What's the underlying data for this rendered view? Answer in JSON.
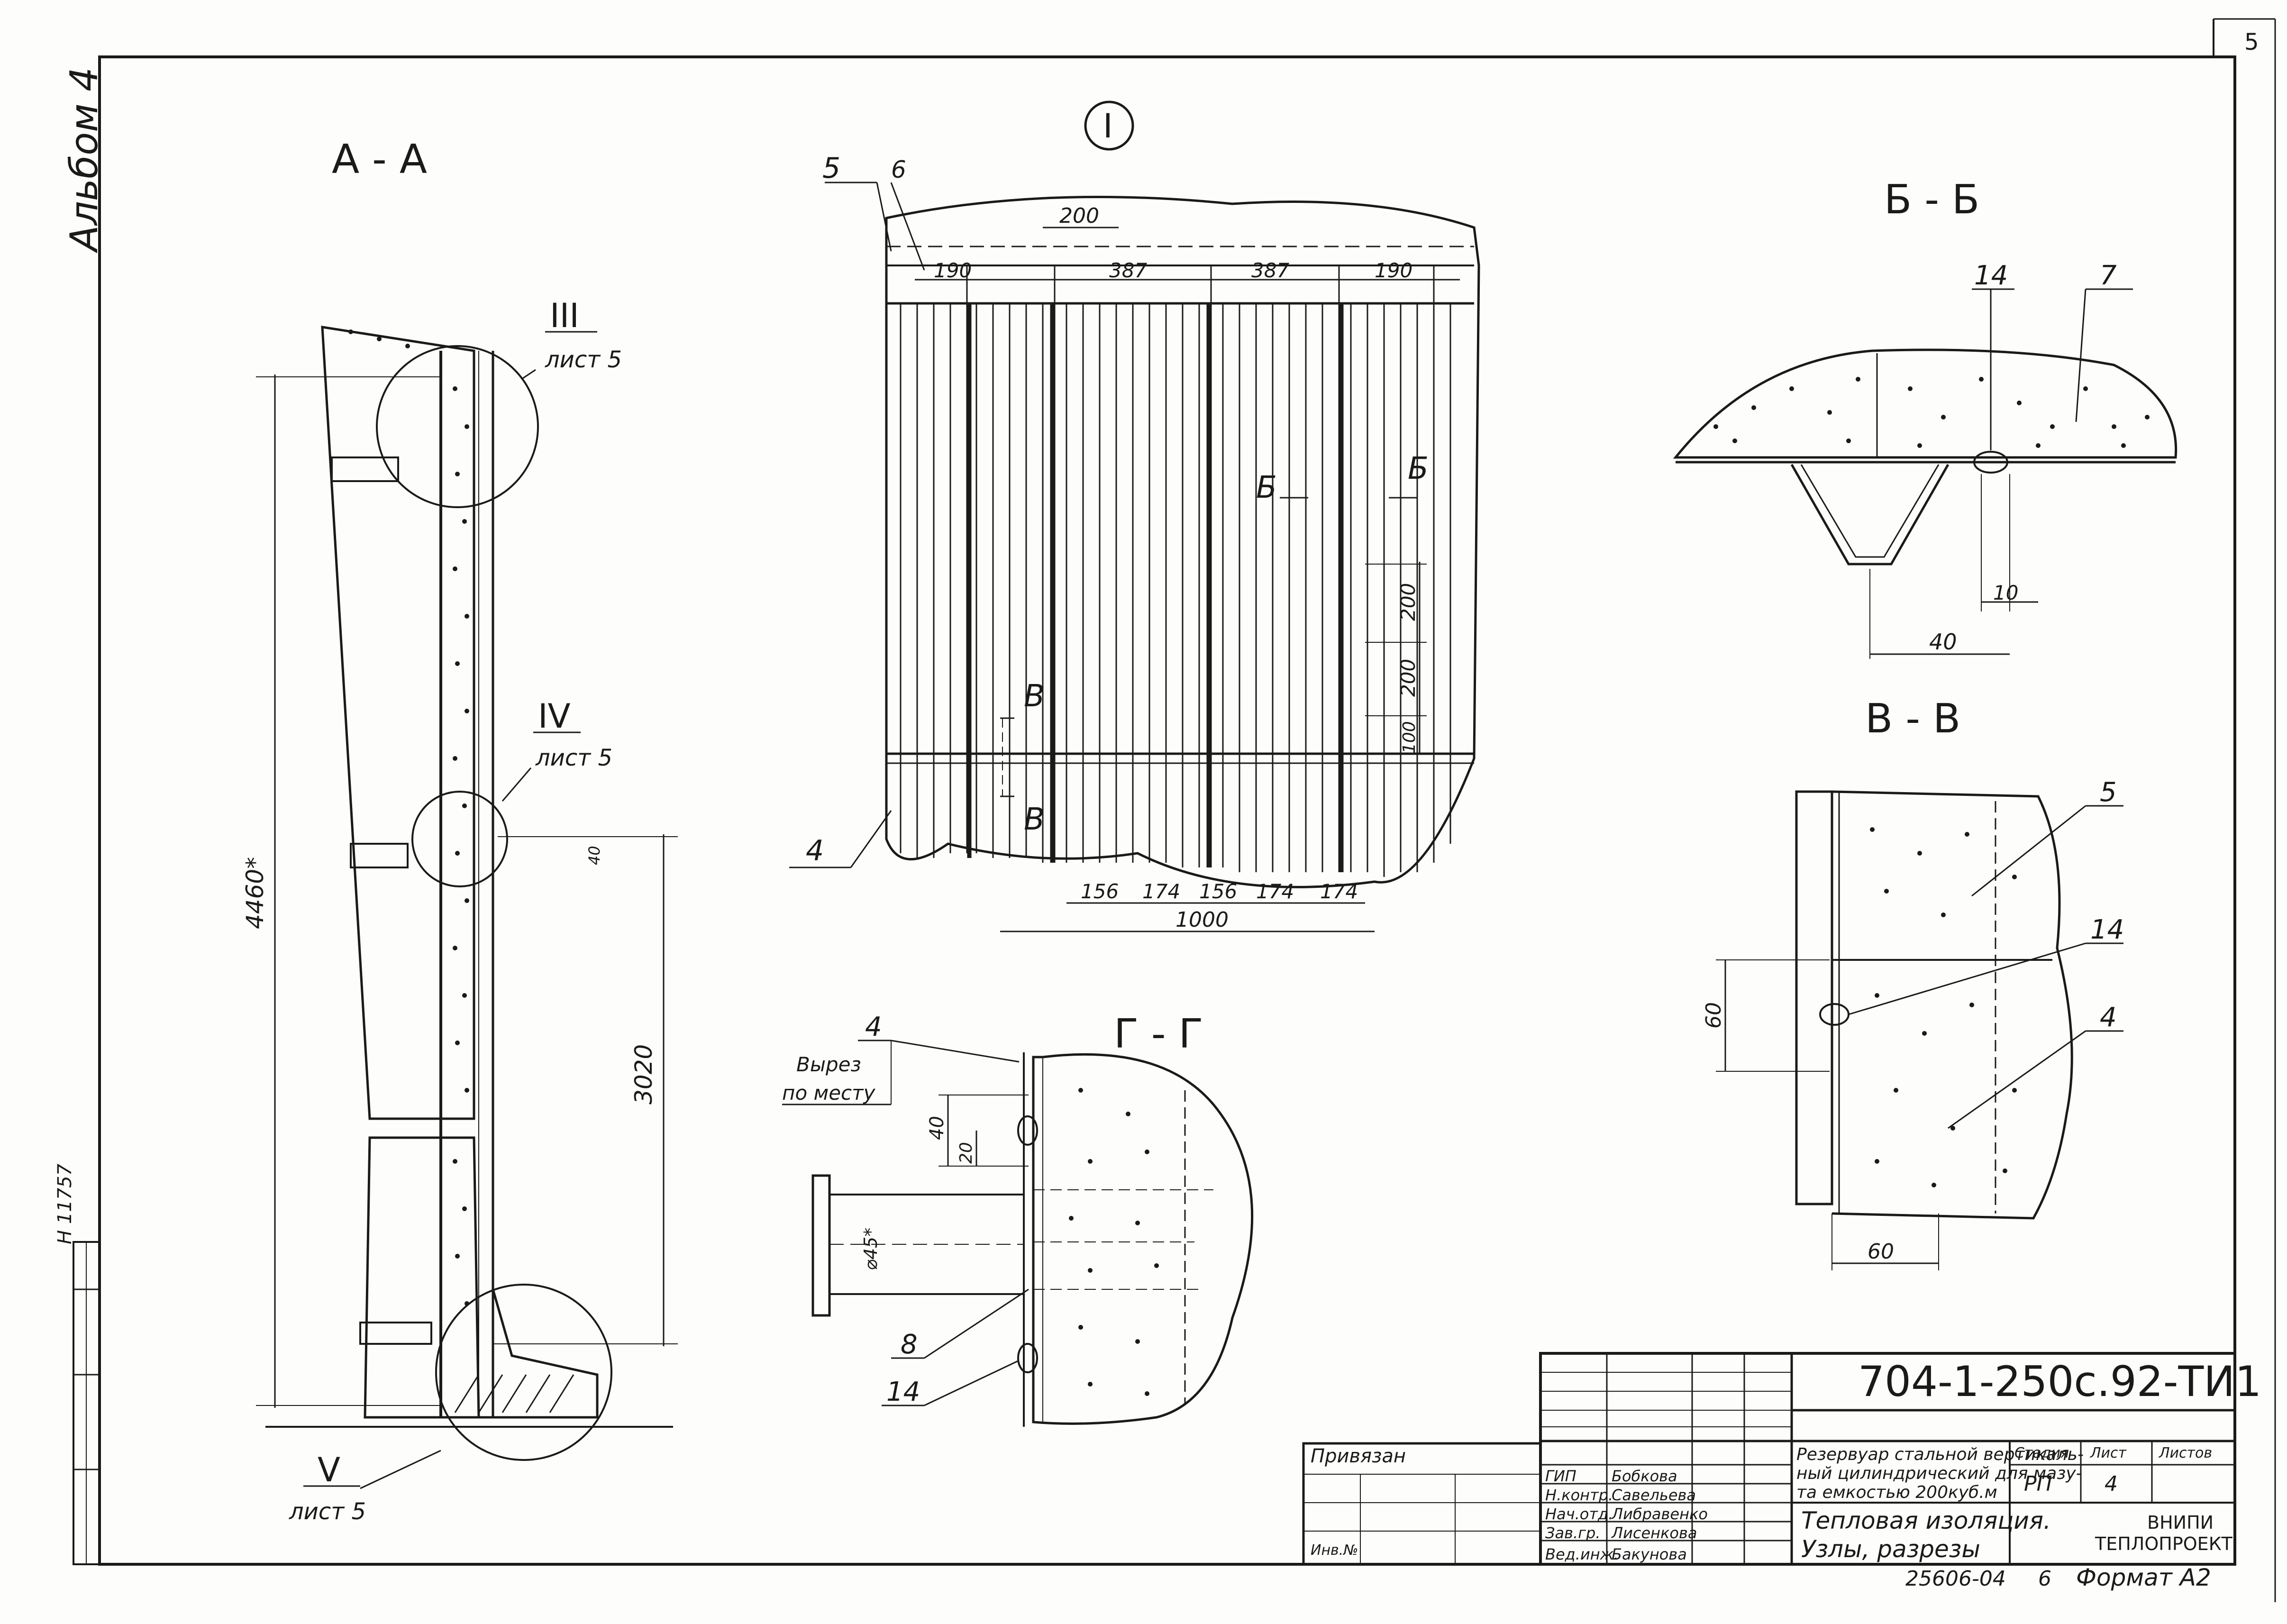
{
  "sheet_number": "5",
  "album": "Альбом 4",
  "inv_number": "H 11757",
  "sections": {
    "aa": "А - А",
    "bb": "Б - Б",
    "vv": "В - В",
    "gg": "Г - Г",
    "node_i": "I"
  },
  "callouts": {
    "iii": "III",
    "iv": "IV",
    "v": "V",
    "sheet_ref": "лист 5"
  },
  "dims": {
    "h4460": "4460*",
    "h3020": "3020",
    "d40_small": "40",
    "d200_top": "200",
    "d190a": "190",
    "d387a": "387",
    "d387b": "387",
    "d190b": "190",
    "d200a": "200",
    "d200b": "200",
    "d100": "100",
    "d156a": "156",
    "d174a": "174",
    "d156b": "156",
    "d174b": "174",
    "d174c": "174",
    "d1000": "1000",
    "d10": "10",
    "d40": "40",
    "d60v": "60",
    "d60h": "60",
    "d40g": "40",
    "d20g": "20",
    "d45": "⌀45*"
  },
  "markers": {
    "m5": "5",
    "m6": "6",
    "m4": "4",
    "m14": "14",
    "m7": "7",
    "m8": "8",
    "b_left": "Б",
    "b_right": "Б",
    "v_top": "В",
    "v_bottom": "В"
  },
  "gg_note": [
    "Вырез",
    "по месту"
  ],
  "title_block": {
    "code": "704-1-250с.92-ТИ1",
    "bound": "Привязан",
    "description": [
      "Резервуар стальной вертикаль-",
      "ный цилиндрический для мазу-",
      "та емкостью 200куб.м"
    ],
    "title": [
      "Тепловая изоляция.",
      "Узлы, разрезы"
    ],
    "stage_header": "Стадия",
    "sheet_header": "Лист",
    "sheets_header": "Листов",
    "stage": "РП",
    "sheet": "4",
    "org": [
      "ВНИПИ",
      "ТЕПЛОПРОЕКТ"
    ],
    "roles": [
      "ГИП",
      "Н.контр.",
      "Нач.отд.",
      "Зав.гр.",
      "Вед.инж."
    ],
    "names": [
      "Бобкова",
      "Савельева",
      "Либравенко",
      "Лисенкова",
      "Бакунова"
    ],
    "inv_label": "Инв.№"
  },
  "footer": {
    "number": "25606-04",
    "copy": "6",
    "format": "Формат А2"
  }
}
